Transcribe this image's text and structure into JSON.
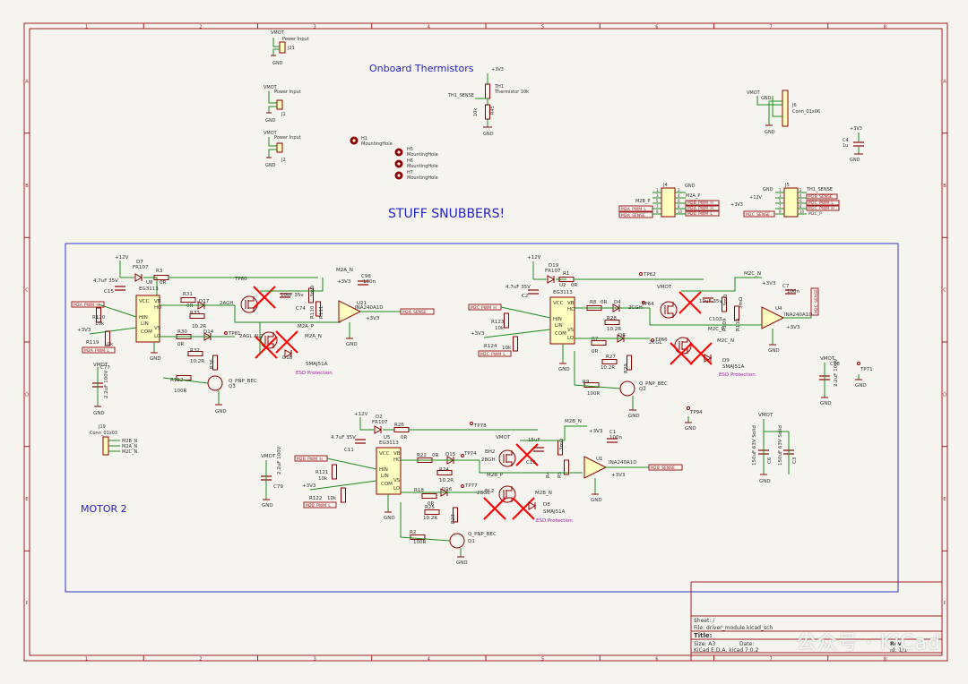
{
  "frame": {
    "col_numbers": [
      "1",
      "2",
      "3",
      "4",
      "5",
      "6",
      "7",
      "8"
    ],
    "row_letters": [
      "A",
      "B",
      "C",
      "D",
      "E",
      "F"
    ]
  },
  "headings": {
    "thermistors": "Onboard Thermistors",
    "snubbers": "STUFF SNUBBERS!",
    "motor": "MOTOR 2"
  },
  "power_inputs": [
    {
      "net": "VMOT",
      "label": "Power Input",
      "ref": "J21"
    },
    {
      "net": "VMOT",
      "label": "Power Input",
      "ref": "J1"
    },
    {
      "net": "VMOT",
      "label": "Power Input",
      "ref": "J2"
    }
  ],
  "mounting_holes": [
    {
      "ref": "H1",
      "label": "MountingHole"
    },
    {
      "ref": "H5",
      "label": "MountingHole"
    },
    {
      "ref": "H6",
      "label": "MountingHole"
    },
    {
      "ref": "H7",
      "label": "MountingHole"
    }
  ],
  "thermistor": {
    "supply": "+3V3",
    "ref": "TH1",
    "value": "Thermistor 10k",
    "net": "TH1_SENSE",
    "res_ref": "R45",
    "res_val": "10k",
    "gnd": "GND"
  },
  "j6": {
    "ref": "J6",
    "name": "Conn_01x06",
    "net": "VMOT",
    "gnd": "GND"
  },
  "c4": {
    "net": "+3V3",
    "ref": "C4",
    "value": "1u",
    "gnd": "GND"
  },
  "j4": {
    "ref": "J4",
    "gnd": "GND",
    "left": [
      "M2B_P",
      "M2A_PWM_L",
      "M2A_SENSE"
    ],
    "right": [
      "M2A_P",
      "M2B_PWM_H",
      "M2A_PWM_H",
      "M2B_PWM_L"
    ],
    "pins_l": [
      "1",
      "3",
      "5",
      "7",
      "9"
    ],
    "pins_r": [
      "2",
      "4",
      "6",
      "8",
      "10"
    ]
  },
  "j5": {
    "ref": "J5",
    "net1": "+12V",
    "net2": "+3V3",
    "gnd": "GND",
    "right": [
      "TH1_SENSE",
      "M2B_SENSE",
      "M2C_PWM_L",
      "M2C_PWM_H",
      "M2C_P"
    ],
    "left": [
      "M2C_SENSE"
    ],
    "pins_l": [
      "1",
      "3",
      "5",
      "7",
      "9"
    ],
    "pins_r": [
      "2",
      "4",
      "6",
      "8",
      "10"
    ]
  },
  "driver_a": {
    "supply": "+12V",
    "d_ref": "D7",
    "d_val": "FR107",
    "r3": "R3",
    "r3v": "0R",
    "c15": "C15",
    "c15v": "4.7uF 35V",
    "u": "U8",
    "uv": "EG3113",
    "r31": "R31",
    "r31v": "0R",
    "d17": "D17",
    "r33": "R33",
    "r33v": "10.2R",
    "r30": "R30",
    "r30v": "0R",
    "d14": "D14",
    "r32": "R32",
    "r32v": "10.2R",
    "r120": "R120",
    "r120v": "10k",
    "r119": "R119",
    "r119v": "10k",
    "pwm_h": "M2A_PWM_H",
    "pwm_l": "M2A_PWM_L",
    "v33": "+3V3",
    "r112": "R112",
    "r112v": "100R",
    "q": "Q_PNP_BEC",
    "qref": "Q3",
    "r36": "R36",
    "c77": "C77",
    "c77v": "2.2uF 100V",
    "vmot": "VMOT",
    "tp": "TP81",
    "ah": "2AGH",
    "al": "2AGL AL2",
    "mos1": "Q_NMOS",
    "tp2": "TP80",
    "c74": "C74",
    "c74v": "10uF 35v",
    "r110": "R110",
    "r110v": "3mΩ",
    "r111": "R111",
    "out": "M2A_N",
    "outp": "M2A_P",
    "d18": "D18",
    "d18v": "SMAJ51A",
    "esd": "ESD Protection",
    "c98": "C98",
    "c98v": "100n",
    "u21": "U21",
    "u21v": "INA240A1D",
    "sense": "M2A_SENSE",
    "net_top": "M2A_N"
  },
  "driver_b": {
    "supply": "+12V",
    "d_ref": "D19",
    "d_val": "FR107",
    "r1": "R1",
    "r1v": "0R",
    "c2": "C2",
    "c2v": "4.7uF 35V",
    "u": "U2",
    "uv": "EG3113",
    "r8": "R8",
    "r8v": "0R",
    "d4": "D4",
    "r28": "R28",
    "r28v": "10.2R",
    "r7": "R7",
    "r7v": "0R",
    "d6": "D6",
    "r27": "R27",
    "r27v": "10.2R",
    "r123": "R123",
    "r123v": "10k",
    "r124": "R124",
    "r124v": "10k",
    "pwm_h": "M2C_PWM_H",
    "pwm_l": "M2C_PWM_L",
    "v33": "+3V3",
    "r9": "R9",
    "r9v": "100R",
    "q": "Q_PNP_BEC",
    "qref": "Q2",
    "r29": "R29",
    "tp62": "TP62",
    "tp64": "TP64",
    "tp66": "TP66",
    "ch": "2CGH",
    "cl": "2CGL",
    "vmot": "VMOT",
    "c103": "C103",
    "c103v": "10uF 35v",
    "r109": "R109",
    "r109v": "3mΩ",
    "r114": "R114",
    "out": "M2C_N",
    "outp": "M2C_P",
    "d9": "D9",
    "d9v": "SMAJ51A",
    "esd": "ESD Protection",
    "c7": "C7",
    "c7v": "100n",
    "u4": "U4",
    "u4v": "INA240A1D",
    "sense": "M2C_SENSE",
    "v33b": "+3V3",
    "c78": "C78",
    "c78v": "2.2uF 100V",
    "tp71": "TP71",
    "tp94": "TP94"
  },
  "driver_c": {
    "supply": "+12V",
    "d_ref": "D2",
    "d_val": "FR107",
    "r26": "R26",
    "r26v": "0R",
    "c11": "C11",
    "c11v": "4.7uF 35V",
    "u": "U5",
    "uv": "EG3113",
    "r22": "R22",
    "r22v": "0R",
    "d15": "D15",
    "r24": "R24",
    "r24v": "10.2R",
    "r18": "R18",
    "r18v": "0R",
    "d16": "D16",
    "r25": "R25",
    "r25v": "10.2R",
    "r121": "R121",
    "r121v": "10k",
    "r122": "R122",
    "r122v": "10k",
    "pwm_h": "M2B_PWM_H",
    "pwm_l": "M2B_PWM_L",
    "v33": "+3V3",
    "r2": "R2",
    "r2v": "100R",
    "q": "Q_PNP_BEC",
    "qref": "Q1",
    "r23": "R23",
    "tp78": "TP78",
    "tp74": "TP74",
    "tp77": "TP77",
    "bh": "2BGH",
    "bl": "2BGL",
    "bh2": "BH2",
    "bl2": "BL2",
    "vmot": "VMOT",
    "c13": "C13",
    "c13v": "15uF",
    "r4": "R4",
    "r4v": "3mΩ",
    "r5": "R5",
    "out": "M2B_N",
    "outp": "M2B_P",
    "d8": "D8",
    "d8v": "SMAJ51A",
    "esd": "ESD Protection",
    "c1": "C1",
    "c1v": "100n",
    "u1": "U1",
    "u1v": "INA240A1D",
    "sense": "M2B_SENSE",
    "v33b": "+3V3",
    "c79": "C79",
    "c79v": "2.2uF 100V"
  },
  "j19": {
    "ref": "J19",
    "name": "Conn_01x03",
    "pins": [
      "M2B_N",
      "M2A_N",
      "M2C_N"
    ]
  },
  "bulk_caps": {
    "vmot": "VMOT",
    "c6": "C6",
    "c6v": "150uF 63V Solid",
    "c3": "C3",
    "c3v": "150uF 63V Solid",
    "gnd": "GND"
  },
  "title_block": {
    "sheet": "Sheet: /",
    "file": "File: driver_module.kicad_sch",
    "title": "Title:",
    "size": "Size: A3",
    "date": "Date:",
    "kicad": "KiCad E.D.A.  kicad 7.0.2",
    "rev": "Rev:",
    "id": "Id: 1/1"
  },
  "watermark": "公众号 · KiCad",
  "colors": {
    "wire": "#1e8c1e",
    "part": "#8b0000",
    "label": "#a02020",
    "body": "#ffffc0",
    "frame": "#a02020",
    "heading": "#2222cc",
    "box": "#3333cc",
    "marker": "#ff0000",
    "text": "#303030"
  }
}
